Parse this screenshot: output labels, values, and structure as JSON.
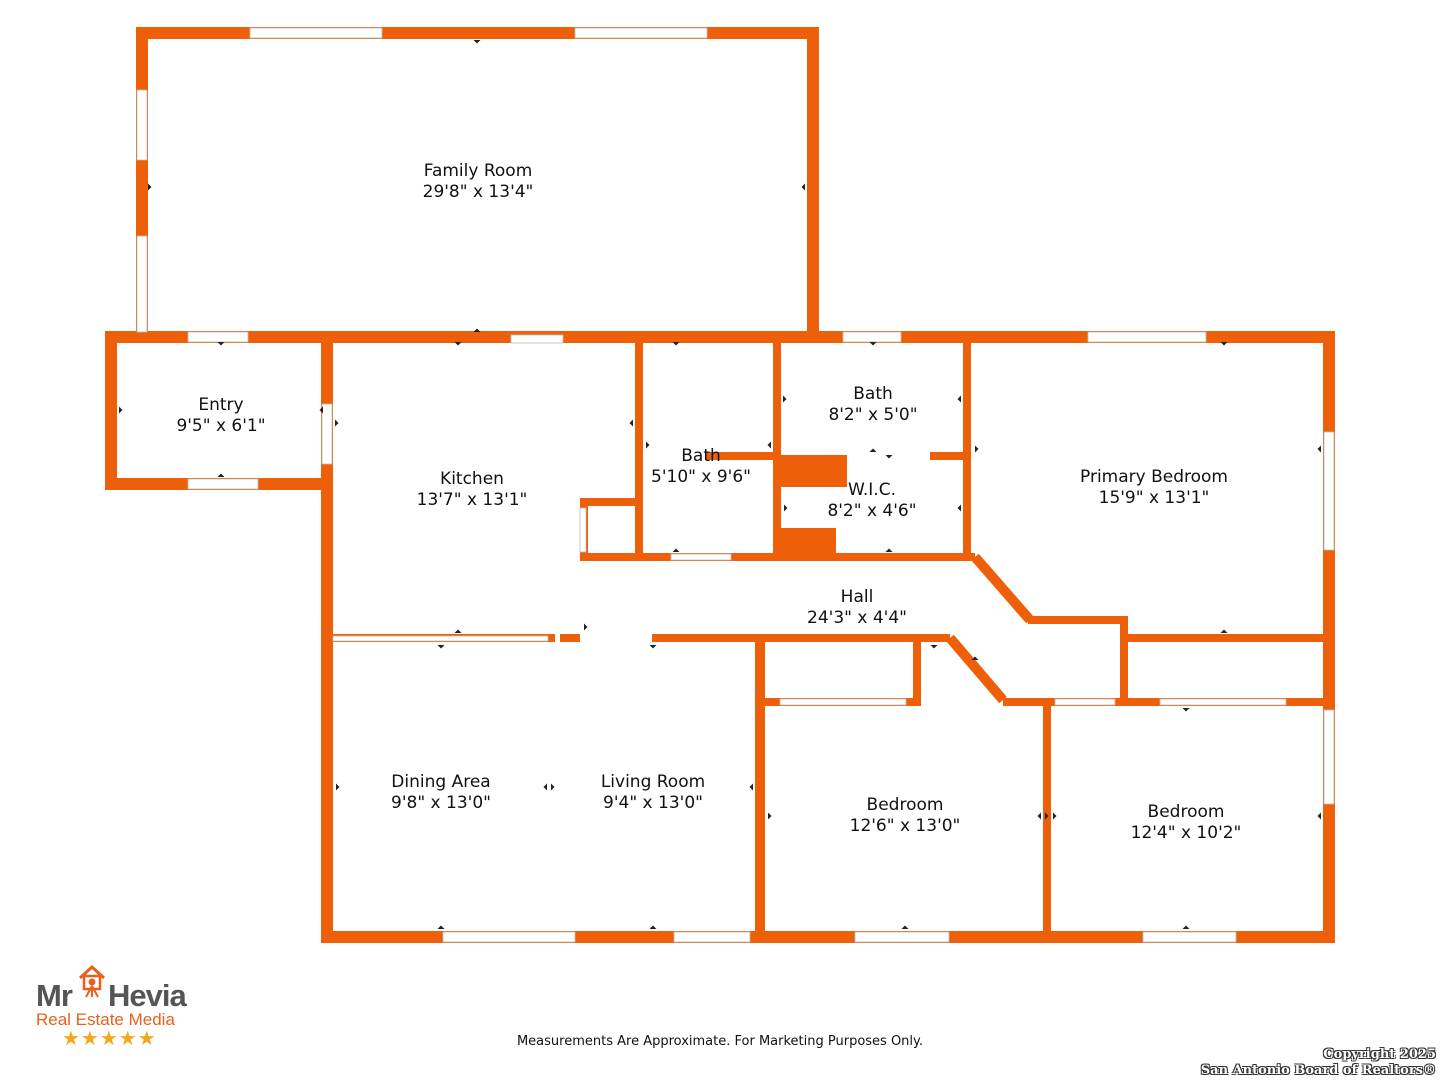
{
  "colors": {
    "wall": "#ee5f0a",
    "window": "#ffffff",
    "marker": "#222222",
    "logo_accent": "#e8601c",
    "logo_gray": "#555555",
    "stars": "#f2a81d"
  },
  "rooms": [
    {
      "name": "Family Room",
      "dims": "29'8\" x 13'4\""
    },
    {
      "name": "Entry",
      "dims": "9'5\" x 6'1\""
    },
    {
      "name": "Kitchen",
      "dims": "13'7\" x 13'1\""
    },
    {
      "name": "Bath",
      "dims": "5'10\" x 9'6\""
    },
    {
      "name": "Bath",
      "dims": "8'2\" x 5'0\""
    },
    {
      "name": "W.I.C.",
      "dims": "8'2\" x 4'6\""
    },
    {
      "name": "Primary Bedroom",
      "dims": "15'9\" x 13'1\""
    },
    {
      "name": "Hall",
      "dims": "24'3\" x 4'4\""
    },
    {
      "name": "Dining Area",
      "dims": "9'8\" x 13'0\""
    },
    {
      "name": "Living Room",
      "dims": "9'4\" x 13'0\""
    },
    {
      "name": "Bedroom",
      "dims": "12'6\" x 13'0\""
    },
    {
      "name": "Bedroom",
      "dims": "12'4\" x 10'2\""
    }
  ],
  "footer": {
    "disclaimer": "Measurements Are Approximate. For Marketing Purposes Only.",
    "copyright_line1": "Copyright 2025",
    "copyright_line2": "San Antonio Board of Realtors®"
  },
  "logo": {
    "mr": "Mr",
    "hevia": "Hevia",
    "subtitle": "Real Estate Media",
    "stars": "★★★★★",
    "icon": "house-camera-icon"
  }
}
